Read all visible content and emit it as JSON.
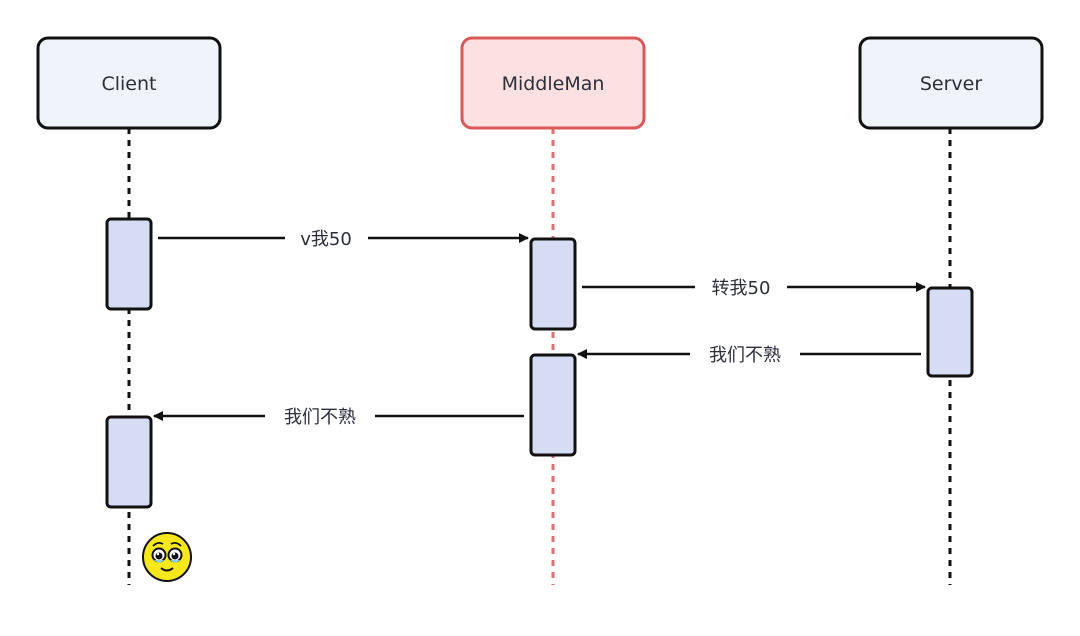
{
  "diagram": {
    "type": "sequence",
    "colors": {
      "actor_fill": "#eef3fc",
      "actor_stroke": "#111111",
      "middleman_fill": "#fde1e2",
      "middleman_stroke": "#d9585a",
      "activation_fill": "#d6dcf3",
      "line": "#111111",
      "middleman_lifeline": "#e07073"
    },
    "actors": [
      {
        "id": "client",
        "label": "Client"
      },
      {
        "id": "middleman",
        "label": "MiddleMan"
      },
      {
        "id": "server",
        "label": "Server"
      }
    ],
    "messages": [
      {
        "from": "client",
        "to": "middleman",
        "label": "v我50"
      },
      {
        "from": "middleman",
        "to": "server",
        "label": "转我50"
      },
      {
        "from": "server",
        "to": "middleman",
        "label": "我们不熟"
      },
      {
        "from": "middleman",
        "to": "client",
        "label": "我们不熟"
      }
    ],
    "annotation": {
      "actor": "client",
      "emoji": "pleading-face"
    }
  }
}
